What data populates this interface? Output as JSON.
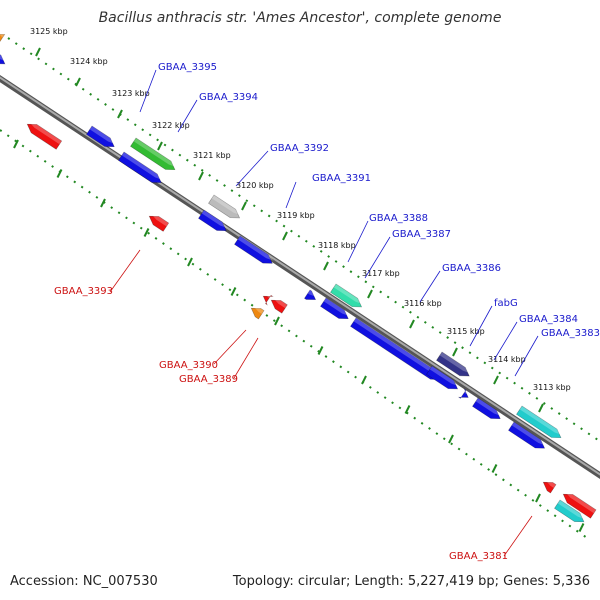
{
  "title": "Bacillus anthracis str. 'Ames Ancestor', complete genome",
  "footer": {
    "accession": "Accession: NC_007530",
    "summary": "Topology: circular; Length: 5,227,419 bp; Genes: 5,336"
  },
  "ticks": [
    "3125 kbp",
    "3124 kbp",
    "3123 kbp",
    "3122 kbp",
    "3121 kbp",
    "3120 kbp",
    "3119 kbp",
    "3118 kbp",
    "3117 kbp",
    "3116 kbp",
    "3115 kbp",
    "3114 kbp",
    "3113 kbp"
  ],
  "genes_forward": [
    "GBAA_3395",
    "GBAA_3394",
    "GBAA_3392",
    "GBAA_3391",
    "GBAA_3388",
    "GBAA_3387",
    "GBAA_3386",
    "fabG",
    "GBAA_3384",
    "GBAA_3383"
  ],
  "genes_reverse": [
    "GBAA_3393",
    "GBAA_3390",
    "GBAA_3389",
    "GBAA_3381"
  ],
  "colors": {
    "blue": "#1010e0",
    "green": "#33bb33",
    "gray": "#bbbbbb",
    "mint": "#33ddaa",
    "navy": "#333388",
    "cyan": "#22cccc",
    "red": "#ee1111",
    "orange": "#ee8811",
    "backbone": "#777777",
    "ticks": "#228822"
  }
}
